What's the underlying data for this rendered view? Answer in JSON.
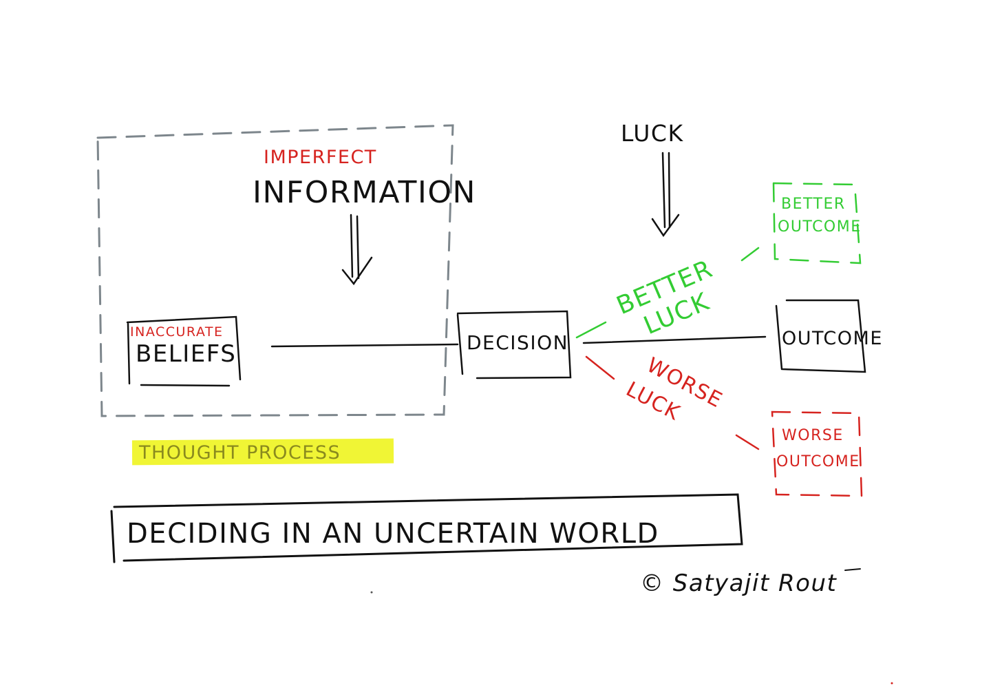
{
  "colors": {
    "ink": "#111111",
    "red": "#d6231f",
    "green": "#33cc33",
    "dashed_gray": "#7d868c",
    "highlight": "#f0f535"
  },
  "information": {
    "qualifier": "IMPERFECT",
    "label": "INFORMATION"
  },
  "beliefs": {
    "qualifier": "INACCURATE",
    "label": "BELIEFS"
  },
  "thought_process": {
    "label": "THOUGHT PROCESS"
  },
  "decision": {
    "label": "DECISION"
  },
  "luck": {
    "label": "LUCK"
  },
  "better_branch": {
    "line1": "BETTER",
    "line2": "LUCK"
  },
  "worse_branch": {
    "line1": "WORSE",
    "line2": "LUCK"
  },
  "outcome": {
    "label": "OUTCOME"
  },
  "better_outcome": {
    "line1": "BETTER",
    "line2": "OUTCOME"
  },
  "worse_outcome": {
    "line1": "WORSE",
    "line2": "OUTCOME"
  },
  "title": {
    "label": "DECIDING IN AN UNCERTAIN WORLD"
  },
  "signature": {
    "text": "© Satyajit Rout"
  }
}
